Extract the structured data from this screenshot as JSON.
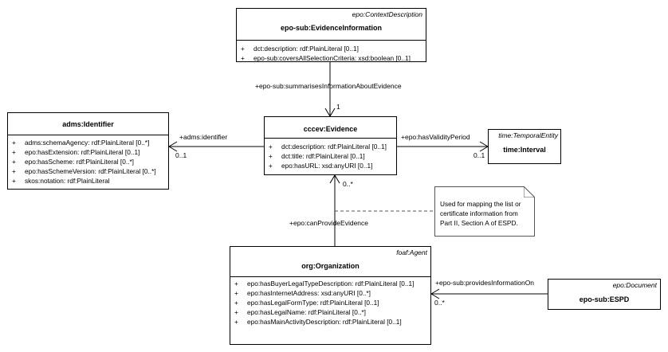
{
  "classes": {
    "evidence_information": {
      "stereotype": "epo:ContextDescription",
      "name": "epo-sub:EvidenceInformation",
      "attributes": [
        {
          "vis": "+",
          "text": "dct:description: rdf:PlainLiteral [0..1]"
        },
        {
          "vis": "+",
          "text": "epo-sub:coversAllSelectionCriteria: xsd:boolean [0..1]"
        }
      ]
    },
    "identifier": {
      "name": "adms:Identifier",
      "attributes": [
        {
          "vis": "+",
          "text": "adms:schemaAgency: rdf:PlainLiteral [0..*]"
        },
        {
          "vis": "+",
          "text": "epo:hasExtension: rdf:PlainLiteral [0..1]"
        },
        {
          "vis": "+",
          "text": "epo:hasScheme: rdf:PlainLiteral [0..*]"
        },
        {
          "vis": "+",
          "text": "epo:hasSchemeVersion: rdf:PlainLiteral [0..*]"
        },
        {
          "vis": "+",
          "text": "skos:notation: rdf:PlainLiteral"
        }
      ]
    },
    "evidence": {
      "name": "cccev:Evidence",
      "attributes": [
        {
          "vis": "+",
          "text": "dct:description: rdf:PlainLiteral [0..1]"
        },
        {
          "vis": "+",
          "text": "dct:title: rdf:PlainLiteral [0..1]"
        },
        {
          "vis": "+",
          "text": "epo:hasURL: xsd:anyURI [0..1]"
        }
      ]
    },
    "interval": {
      "stereotype": "time:TemporalEntity",
      "name": "time:Interval"
    },
    "organization": {
      "stereotype": "foaf:Agent",
      "name": "org:Organization",
      "attributes": [
        {
          "vis": "+",
          "text": "epo:hasBuyerLegalTypeDescription: rdf:PlainLiteral [0..1]"
        },
        {
          "vis": "+",
          "text": "epo:hasInternetAddress: xsd:anyURI [0..*]"
        },
        {
          "vis": "+",
          "text": "epo:hasLegalFormType: rdf:PlainLiteral [0..1]"
        },
        {
          "vis": "+",
          "text": "epo:hasLegalName: rdf:PlainLiteral [0..*]"
        },
        {
          "vis": "+",
          "text": "epo:hasMainActivityDescription: rdf:PlainLiteral [0..1]"
        }
      ]
    },
    "espd": {
      "stereotype": "epo:Document",
      "name": "epo-sub:ESPD"
    }
  },
  "associations": {
    "summarises": {
      "role": "+epo-sub:summarisesInformationAboutEvidence",
      "multiplicity": "1"
    },
    "identifier": {
      "role": "+adms:identifier",
      "multiplicity": "0..1"
    },
    "validity": {
      "role": "+epo:hasValidityPeriod",
      "multiplicity": "0..1"
    },
    "can_provide": {
      "role": "+epo:canProvideEvidence",
      "multiplicity": "0..*"
    },
    "provides_info": {
      "role": "+epo-sub:providesInformationOn",
      "multiplicity": "0..*"
    }
  },
  "note": {
    "text": "Used for mapping the list or\ncertificate information from\nPart II, Section A of ESPD."
  },
  "colors": {
    "line": "#000000",
    "note_border": "#555555",
    "background": "#ffffff"
  }
}
